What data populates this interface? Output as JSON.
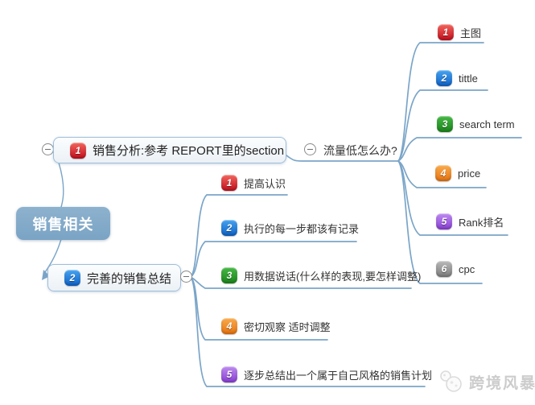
{
  "palette": {
    "line": "#7ba5c8",
    "root_fill": "#7fa9c9",
    "branch_border": "#9fbeda",
    "badge_red": "#d31021",
    "badge_blue": "#1573d4",
    "badge_green": "#2c9e2c",
    "badge_orange": "#f08519",
    "badge_purple": "#9a55e0",
    "badge_gray": "#8f8f8f"
  },
  "root": {
    "label": "销售相关"
  },
  "branch1": {
    "num": "1",
    "label": "销售分析:参考 REPORT里的section"
  },
  "question": {
    "label": "流量低怎么办?"
  },
  "q_children": [
    {
      "num": "1",
      "label": "主图"
    },
    {
      "num": "2",
      "label": "tittle"
    },
    {
      "num": "3",
      "label": "search term"
    },
    {
      "num": "4",
      "label": "price"
    },
    {
      "num": "5",
      "label": "Rank排名"
    },
    {
      "num": "6",
      "label": "cpc"
    }
  ],
  "branch2": {
    "num": "2",
    "label": "完善的销售总结"
  },
  "b2_children": [
    {
      "num": "1",
      "label": "提高认识"
    },
    {
      "num": "2",
      "label": "执行的每一步都该有记录"
    },
    {
      "num": "3",
      "label": "用数据说话(什么样的表现,要怎样调整)"
    },
    {
      "num": "4",
      "label": "密切观察 适时调整"
    },
    {
      "num": "5",
      "label": "逐步总结出一个属于自己风格的销售计划"
    }
  ],
  "watermark": {
    "label": "跨境风暴"
  }
}
